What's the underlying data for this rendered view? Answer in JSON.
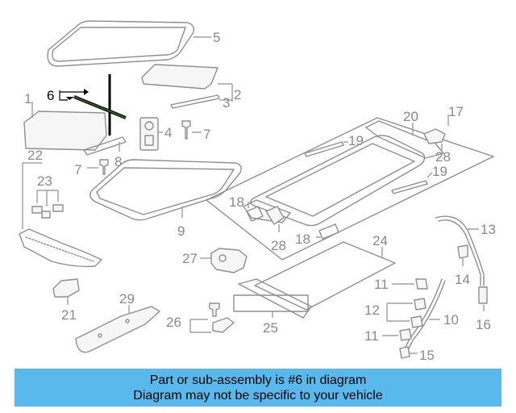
{
  "diagram": {
    "callouts": {
      "c1": "1",
      "c2": "2",
      "c3": "3",
      "c4": "4",
      "c5": "5",
      "c6": "6",
      "c7a": "7",
      "c7b": "7",
      "c8": "8",
      "c9": "9",
      "c10": "10",
      "c11a": "11",
      "c11b": "11",
      "c12": "12",
      "c13": "13",
      "c14": "14",
      "c15": "15",
      "c16": "16",
      "c17": "17",
      "c18a": "18",
      "c18b": "18",
      "c19a": "19",
      "c19b": "19",
      "c20": "20",
      "c21": "21",
      "c22": "22",
      "c23": "23",
      "c24": "24",
      "c25": "25",
      "c26": "26",
      "c27": "27",
      "c28a": "28",
      "c28b": "28",
      "c29": "29"
    },
    "highlighted_part": "6"
  },
  "banner": {
    "line1": "Part or sub-assembly is #6 in diagram",
    "line2": "Diagram may not be specific to your vehicle",
    "color": "#5ab9ec"
  }
}
